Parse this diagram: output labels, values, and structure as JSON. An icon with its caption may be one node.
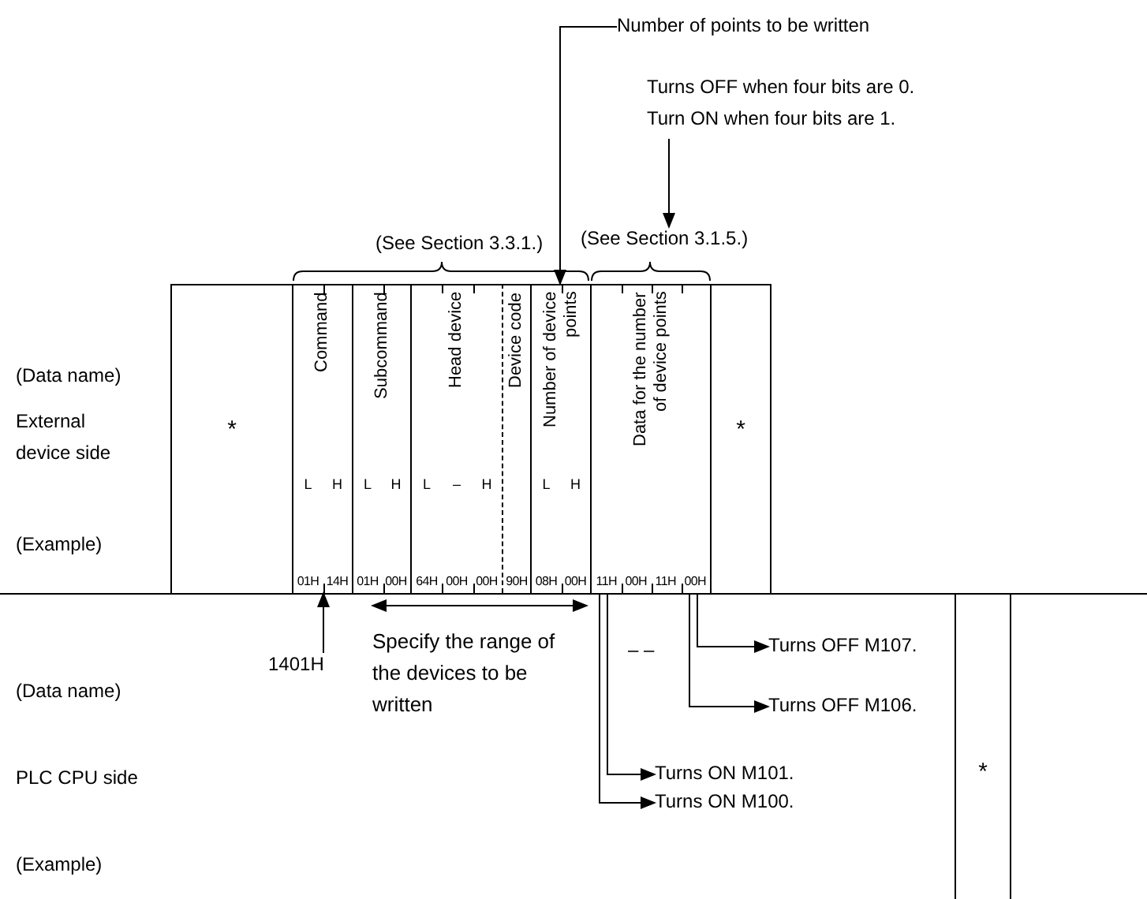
{
  "diagram": {
    "nodes": [
      {
        "text": [
          "Number of points to be written"
        ]
      },
      {
        "text": [
          "Turns OFF when four bits are 0.",
          "Turn ON when four bits are 1."
        ]
      },
      {
        "text": [
          "(See Section 3.1.5.)"
        ]
      },
      {
        "text": [
          "*"
        ]
      },
      {
        "text": [
          "Command",
          "L",
          "H",
          "01H",
          "14H"
        ]
      },
      {
        "text": [
          "Subcommand",
          "L",
          "H",
          "01H",
          "00H"
        ]
      },
      {
        "text": [
          "Head device",
          "L",
          "–",
          "H",
          "64H",
          "00H",
          "00H"
        ]
      },
      {
        "text": [
          "Device code",
          "90H"
        ]
      },
      {
        "text": [
          "Number of device points",
          "L",
          "H",
          "08H",
          "00H"
        ]
      },
      {
        "text": [
          "Data for the number of device points",
          "11H",
          "00H",
          "11H",
          "00H"
        ]
      },
      {
        "text": [
          "*"
        ]
      },
      {
        "text": [
          "1401H"
        ]
      },
      {
        "text": [
          "Turns OFF M107."
        ]
      },
      {
        "text": [
          "Turns OFF M106."
        ]
      },
      {
        "text": [
          "Turns ON M101."
        ]
      },
      {
        "text": [
          "Turns ON M100."
        ]
      },
      {
        "text": [
          "*"
        ]
      }
    ],
    "edges": [
      {
        "from": 0,
        "to": 8,
        "arrow": "to"
      },
      {
        "from": 1,
        "to": 2,
        "arrow": "to"
      },
      {
        "from": 11,
        "to": 4,
        "arrow": "to"
      },
      {
        "from": 9,
        "to": 12,
        "arrow": "to"
      },
      {
        "from": 9,
        "to": 13,
        "arrow": "to"
      },
      {
        "from": 9,
        "to": 14,
        "arrow": "to"
      },
      {
        "from": 9,
        "to": 15,
        "arrow": "to"
      },
      {
        "from": 5,
        "to": 8,
        "arrow": "both"
      }
    ],
    "labels": [
      "(See Section 3.3.1.)",
      "(Data name)",
      "External device side",
      "(Example)",
      "Specify the range of the devices to be written",
      "– –",
      "(Data name)",
      "PLC CPU side",
      "(Example)"
    ]
  }
}
